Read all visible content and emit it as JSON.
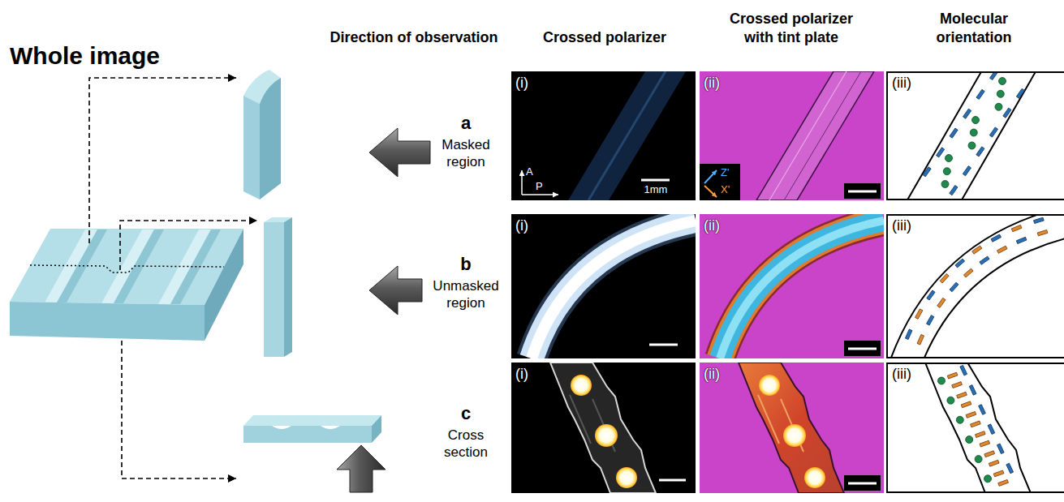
{
  "diagram": {
    "title": "Whole image",
    "nodes": [
      {
        "text": [
          "(i)",
          "A",
          "P",
          "1mm"
        ]
      },
      {
        "text": [
          "(ii)",
          "Z'",
          "X'"
        ]
      },
      {
        "text": [
          "(iii)"
        ]
      },
      {
        "text": [
          "(i)"
        ]
      },
      {
        "text": [
          "(ii)"
        ]
      },
      {
        "text": [
          "(iii)"
        ]
      },
      {
        "text": [
          "(i)"
        ]
      },
      {
        "text": [
          "(ii)"
        ]
      },
      {
        "text": [
          "(iii)"
        ]
      }
    ],
    "labels": [
      "Direction of observation",
      "Crossed polarizer",
      "Crossed polarizer with tint plate",
      "Molecular orientation",
      "a",
      "Masked region",
      "b",
      "Unmasked region",
      "c",
      "Cross section"
    ]
  }
}
